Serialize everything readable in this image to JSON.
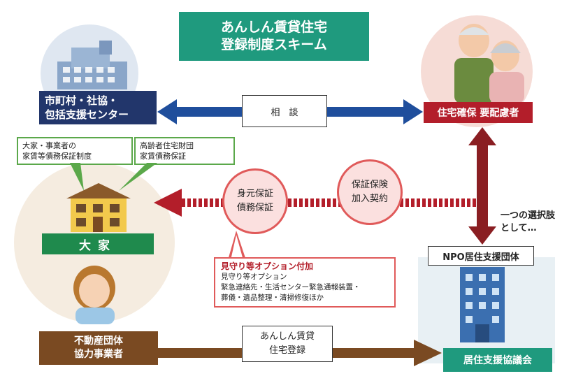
{
  "title": {
    "line1": "あんしん賃貸住宅",
    "line2": "登録制度スキーム"
  },
  "municipality": {
    "line1": "市町村・社協・",
    "line2": "包括支援センター"
  },
  "consultation": "相　談",
  "needy": "住宅確保 要配慮者",
  "guarantee_systems": [
    {
      "line1": "大家・事業者の",
      "line2": "家賃等債務保証制度"
    },
    {
      "line1": "高齢者住宅財団",
      "line2": "家賃債務保証"
    }
  ],
  "landlord": "大家",
  "identity_guarantee": {
    "line1": "身元保証",
    "line2": "債務保証"
  },
  "insurance": {
    "line1": "保証保険",
    "line2": "加入契約"
  },
  "option_choice": {
    "line1": "一つの選択肢",
    "line2": "として…"
  },
  "options": {
    "heading": "見守り等オプション付加",
    "line1": "見守り等オプション",
    "line2": "緊急連絡先・生活センター緊急通報装置・",
    "line3": "葬儀・遺品整理・清掃修復ほか"
  },
  "npo": "NPO居住支援団体",
  "real_estate": {
    "line1": "不動産団体",
    "line2": "協力事業者"
  },
  "registration": {
    "line1": "あんしん賃貸",
    "line2": "住宅登録"
  },
  "council": "居住支援協議会",
  "colors": {
    "navy": "#22366b",
    "arrow_blue": "#1f4e9c",
    "red": "#b31e2a",
    "green": "#1f8a4d",
    "brown": "#7a4a22",
    "teal": "#1f9a7e"
  }
}
